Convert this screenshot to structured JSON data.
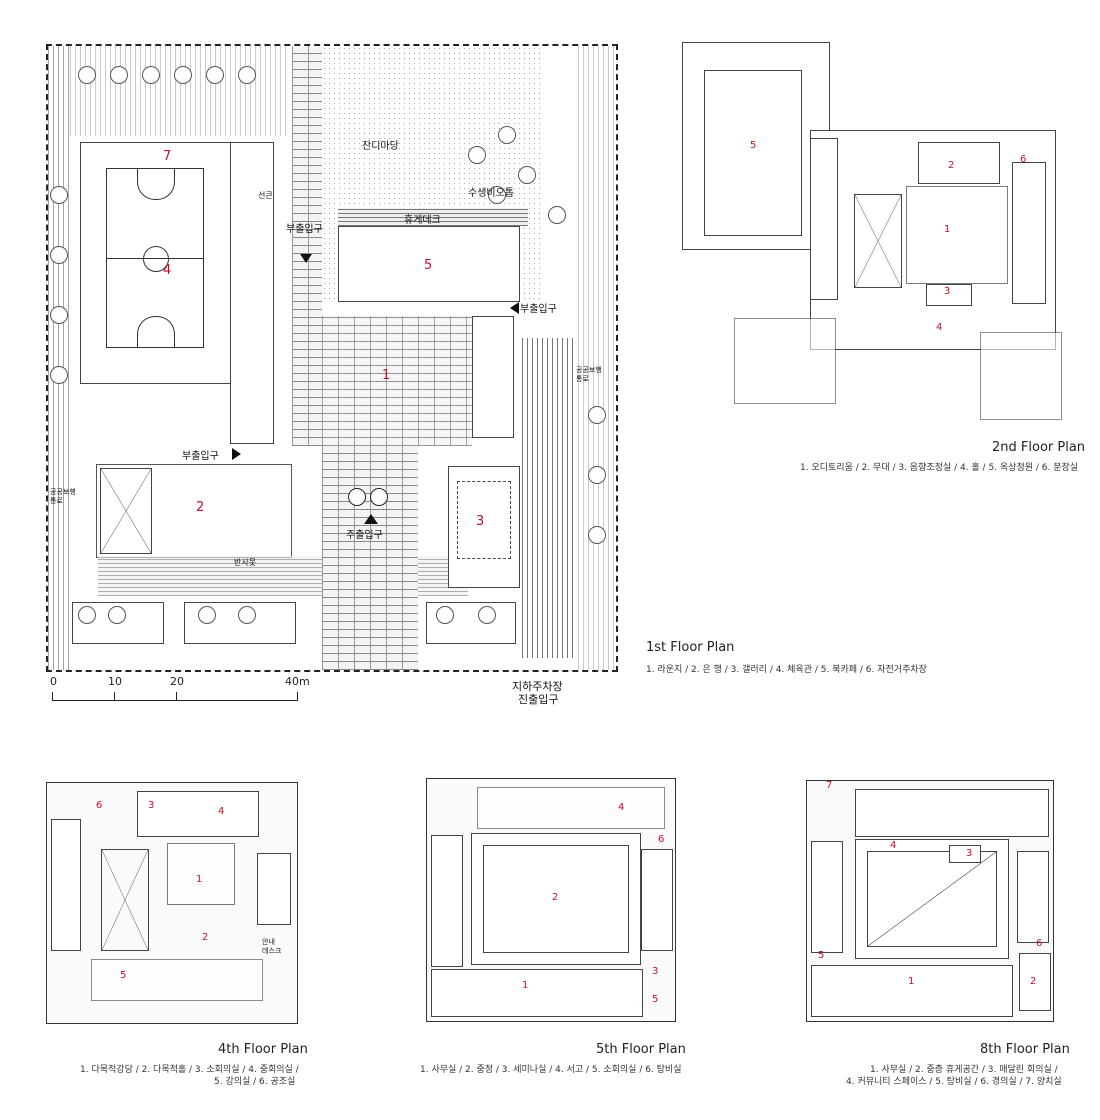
{
  "floor1": {
    "title": "1st Floor Plan",
    "legend": "1. 라운지 / 2. 은 행 / 3. 갤러리 / 4. 체육관 / 5. 북카페 / 6. 자전거주차장",
    "labels": {
      "lawn": "잔디마당",
      "stream": "수생비오톱",
      "deck": "휴게데크",
      "sub_entrance_a": "부출입구",
      "sub_entrance_b": "부출입구",
      "sub_entrance_c": "부출입구",
      "main_entrance": "주출입구",
      "public_path_right": "공공보행\n통로",
      "public_path_left": "공공보행\n통로",
      "seonkeun": "선큰",
      "reflecting_pond": "반사못",
      "parking_line1": "지하주차장",
      "parking_line2": "진출입구"
    },
    "numbers": [
      "1",
      "2",
      "3",
      "4",
      "5",
      "7"
    ],
    "scale": [
      "0",
      "10",
      "20",
      "40m"
    ]
  },
  "floor2": {
    "title": "2nd Floor Plan",
    "legend": "1. 오디토리움 / 2. 무대 / 3. 음향조정실 / 4. 홀 / 5. 옥상정원 / 6. 분장실",
    "numbers": [
      "1",
      "2",
      "3",
      "4",
      "5",
      "6"
    ]
  },
  "floor4": {
    "title": "4th Floor Plan",
    "legend_line1": "1. 다목적강당 / 2. 다목적홀 / 3. 소회의실 / 4. 중회의실 /",
    "legend_line2": "5. 강의실 / 6. 공조실",
    "info_desk": "안내\n데스크",
    "numbers": [
      "1",
      "2",
      "3",
      "4",
      "5",
      "6"
    ]
  },
  "floor5": {
    "title": "5th Floor Plan",
    "legend": "1. 사무실 / 2. 중정 / 3. 세미나실 / 4. 서고 / 5. 소회의실 / 6. 탕비실",
    "numbers": [
      "1",
      "2",
      "3",
      "4",
      "5",
      "6"
    ]
  },
  "floor8": {
    "title": "8th Floor Plan",
    "legend_line1": "1. 사무실 / 2. 중층 휴게공간 / 3. 매달린 회의실 /",
    "legend_line2": "4. 커뮤니티 스페이스 / 5. 탕비실 / 6. 경의실 / 7. 양치실",
    "numbers": [
      "1",
      "2",
      "3",
      "4",
      "5",
      "6",
      "7"
    ]
  },
  "colors": {
    "label_red": "#c0102b",
    "line": "#333333"
  }
}
